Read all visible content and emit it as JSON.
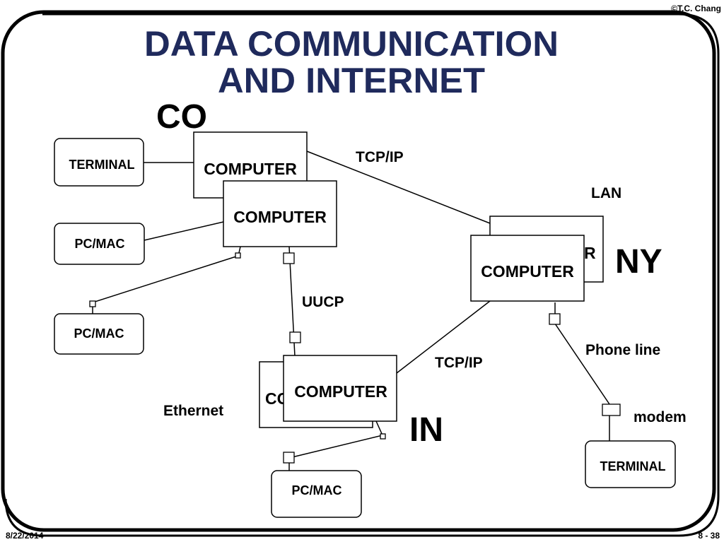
{
  "header": {
    "copyright": "©T.C. Chang",
    "title_line1": "DATA COMMUNICATION",
    "title_line2": "AND INTERNET"
  },
  "footer": {
    "date": "8/22/2014",
    "page": "8 - 38"
  },
  "sites": {
    "co": "CO",
    "ny": "NY",
    "in": "IN"
  },
  "nodes": {
    "co_computer_back": "COMPUTER",
    "co_computer_front": "COMPUTER",
    "ny_computer_back": "R",
    "ny_computer_front": "COMPUTER",
    "in_computer_back": "CO",
    "in_computer_front": "COMPUTER",
    "co_terminal": "TERMINAL",
    "co_pcmac_1": "PC/MAC",
    "co_pcmac_2": "PC/MAC",
    "in_pcmac": "PC/MAC",
    "ny_terminal": "TERMINAL"
  },
  "links": {
    "tcpip_co_ny": "TCP/IP",
    "lan": "LAN",
    "uucp": "UUCP",
    "tcpip_ny_in": "TCP/IP",
    "phone_line": "Phone line",
    "modem": "modem",
    "ethernet": "Ethernet"
  }
}
